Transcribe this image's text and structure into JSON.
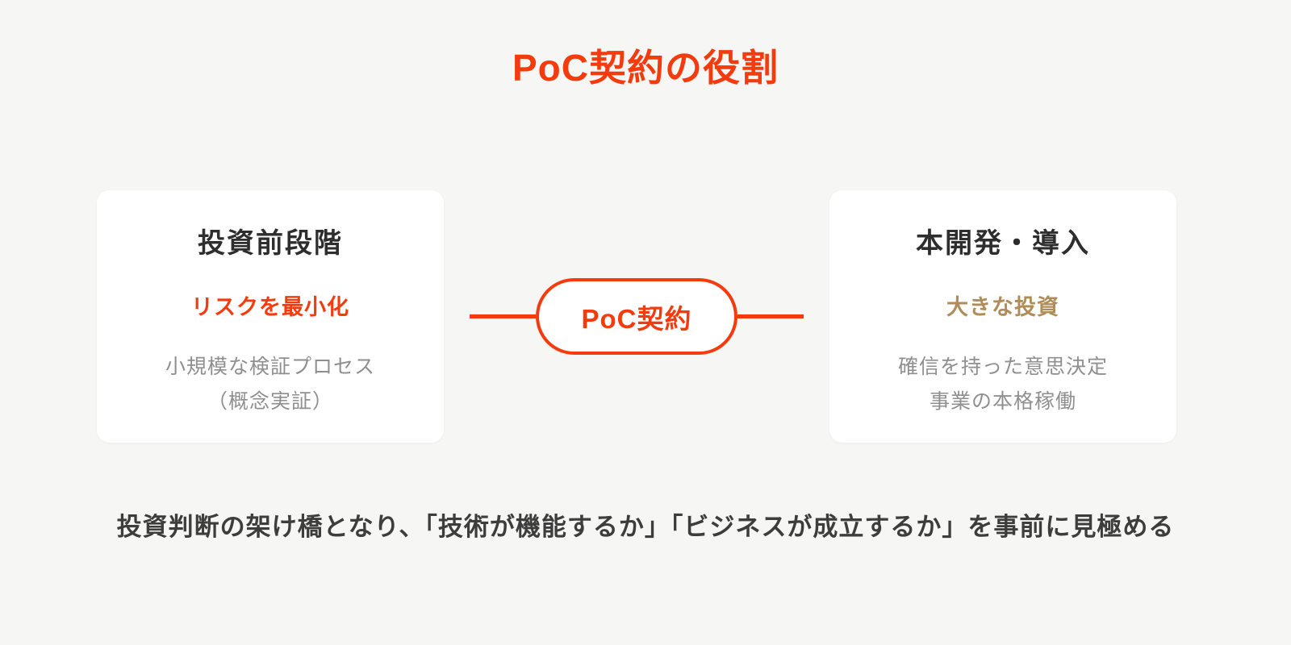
{
  "page": {
    "title": "PoC契約の役割",
    "background_color": "#f6f6f5",
    "accent_red": "#f43b0e",
    "accent_gold": "#b08d58",
    "heading_color": "#2e2e2e",
    "body_text_color": "#8f8f8f",
    "footer_text_color": "#3d3d3d",
    "card_color": "#ffffff"
  },
  "cards": {
    "left": {
      "title": "投資前段階",
      "highlight": "リスクを最小化",
      "body_lines": [
        "小規模な検証プロセス",
        "（概念実証）"
      ]
    },
    "right": {
      "title": "本開発・導入",
      "highlight": "大きな投資",
      "body_lines": [
        "確信を持った意思決定",
        "事業の本格稼働"
      ]
    }
  },
  "connector": {
    "label": "PoC契約"
  },
  "footer": {
    "text": "投資判断の架け橋となり、「技術が機能するか」「ビジネスが成立するか」を事前に見極める"
  }
}
